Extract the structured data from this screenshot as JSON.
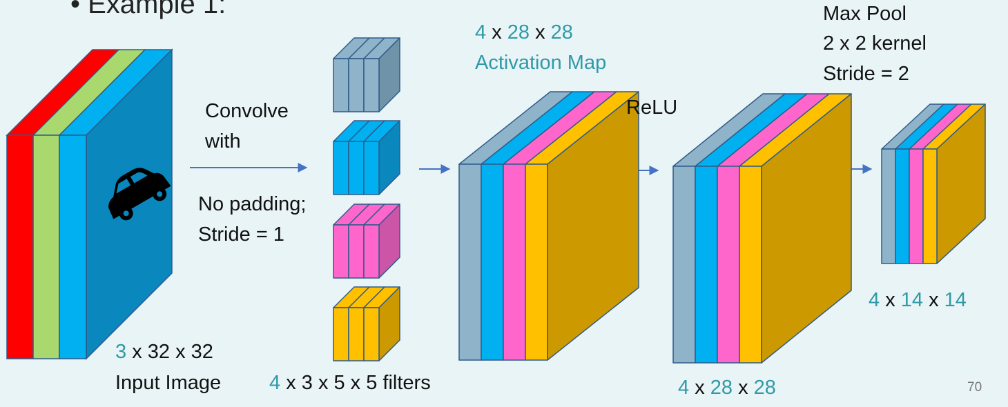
{
  "slide": {
    "title": "• Example 1:",
    "page_number": "70"
  },
  "colors": {
    "background": "#e9f4f7",
    "red": "#ff0000",
    "green": "#a8d86e",
    "blue": "#00b0f0",
    "blue_dark": "#0a87bd",
    "grey_blue": "#8fb4c9",
    "pink": "#ff66cc",
    "yellow": "#ffc000",
    "gold_side": "#cc9900",
    "arrow": "#4472c4",
    "teal_text": "#2f9aa6"
  },
  "icons": {
    "input_content": "car-icon"
  },
  "input_image": {
    "depth": "3",
    "dims": " x 32 x 32",
    "name": "Input Image"
  },
  "conv_step": {
    "line1": "Convolve",
    "line2": "with",
    "line3": "No padding;",
    "line4": "Stride = 1"
  },
  "filters": {
    "count": "4",
    "dims": " x 3 x 5 x 5 filters"
  },
  "activation_map": {
    "d": "4",
    "x1": " x ",
    "h": "28",
    "x2": " x ",
    "w": "28",
    "name": "Activation Map"
  },
  "relu": {
    "label": "ReLU"
  },
  "relu_output": {
    "d": "4",
    "x1": " x ",
    "h": "28",
    "x2": " x ",
    "w": "28"
  },
  "max_pool": {
    "line1": "Max Pool",
    "line2": "2 x 2 kernel",
    "line3": "Stride = 2"
  },
  "pool_output": {
    "d": "4",
    "x1": " x ",
    "h": "14",
    "x2": " x ",
    "w": "14"
  }
}
